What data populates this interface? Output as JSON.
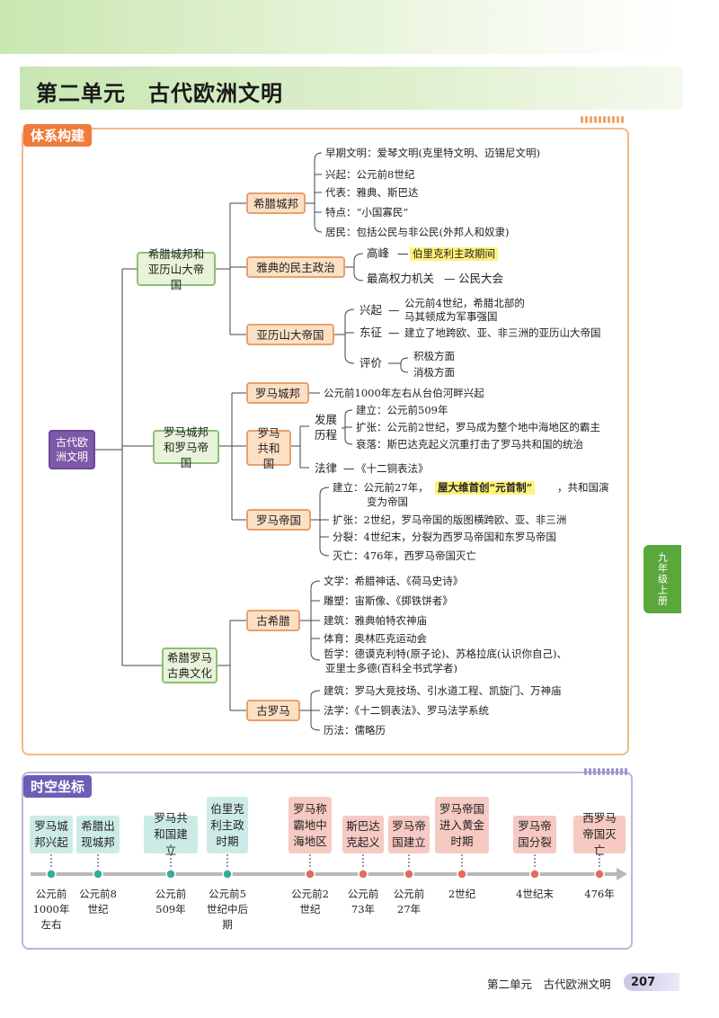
{
  "unit_title": "第二单元　古代欧洲文明",
  "section1": "体系构建",
  "section2": "时空坐标",
  "side_tab": "九年级上册",
  "footer": {
    "text": "第二单元　古代欧洲文明",
    "page": "207"
  },
  "colors": {
    "section1": "#ef7c3a",
    "section2": "#6a5fb5",
    "root": "#7c5aa8",
    "accent": "#5aa83c"
  },
  "tree": {
    "root": "古代欧洲文明",
    "l1": [
      "希腊城邦和亚历山大帝国",
      "罗马城邦和罗马帝国",
      "希腊罗马古典文化"
    ],
    "l2": [
      "希腊城邦",
      "雅典的民主政治",
      "亚历山大帝国",
      "罗马城邦",
      "罗马共和国",
      "罗马帝国",
      "古希腊",
      "古罗马"
    ],
    "greek_city": [
      "早期文明：爱琴文明(克里特文明、迈锡尼文明)",
      "兴起：公元前8世纪",
      "代表：雅典、斯巴达",
      "特点：“小国寡民”",
      "居民：包括公民与非公民(外邦人和奴隶)"
    ],
    "athens": {
      "peak_label": "高峰",
      "peak_value": "伯里克利主政期间",
      "power_label": "最高权力机关",
      "power_value": "公民大会"
    },
    "alexander": {
      "rise_label": "兴起",
      "rise_text": [
        "公元前4世纪，希腊北部的",
        "马其顿成为军事强国"
      ],
      "east_label": "东征",
      "east_text": "建立了地跨欧、亚、非三洲的亚历山大帝国",
      "eval_label": "评价",
      "eval_items": [
        "积极方面",
        "消极方面"
      ]
    },
    "rome_city": "公元前1000年左右从台伯河畔兴起",
    "rome_republic": {
      "dev_label": "发展历程",
      "dev_items": [
        "建立：公元前509年",
        "扩张：公元前2世纪，罗马成为整个地中海地区的霸主",
        "衰落：斯巴达克起义沉重打击了罗马共和国的统治"
      ],
      "law_label": "法律",
      "law_text": "《十二铜表法》"
    },
    "rome_empire": {
      "founding_pre": "建立：公元前27年，",
      "founding_hl": "屋大维首创“元首制”",
      "founding_post": "，共和国演",
      "founding_cont": "变为帝国",
      "items": [
        "扩张：2世纪，罗马帝国的版图横跨欧、亚、非三洲",
        "分裂：4世纪末，分裂为西罗马帝国和东罗马帝国",
        "灭亡：476年，西罗马帝国灭亡"
      ]
    },
    "ancient_greece": [
      "文学：希腊神话、《荷马史诗》",
      "雕塑：宙斯像、《掷铁饼者》",
      "建筑：雅典帕特农神庙",
      "体育：奥林匹克运动会",
      "哲学：德谟克利特(原子论)、苏格拉底(认识你自己)、",
      "亚里士多德(百科全书式学者)"
    ],
    "ancient_rome": [
      "建筑：罗马大竞技场、引水道工程、凯旋门、万神庙",
      "法学：《十二铜表法》、罗马法学系统",
      "历法：儒略历"
    ]
  },
  "timeline": [
    {
      "label": "罗马城邦兴起",
      "date": "公元前1000年左右",
      "color": "green"
    },
    {
      "label": "希腊出现城邦",
      "date": "公元前8世纪",
      "color": "green"
    },
    {
      "label": "罗马共和国建立",
      "date": "公元前509年",
      "color": "green"
    },
    {
      "label": "伯里克利主政时期",
      "date": "公元前5世纪中后期",
      "color": "green"
    },
    {
      "label": "罗马称霸地中海地区",
      "date": "公元前2世纪",
      "color": "red"
    },
    {
      "label": "斯巴达克起义",
      "date": "公元前73年",
      "color": "red"
    },
    {
      "label": "罗马帝国建立",
      "date": "公元前27年",
      "color": "red"
    },
    {
      "label": "罗马帝国进入黄金时期",
      "date": "2世纪",
      "color": "red"
    },
    {
      "label": "罗马帝国分裂",
      "date": "4世纪末",
      "color": "red"
    },
    {
      "label": "西罗马帝国灭亡",
      "date": "476年",
      "color": "red"
    }
  ]
}
